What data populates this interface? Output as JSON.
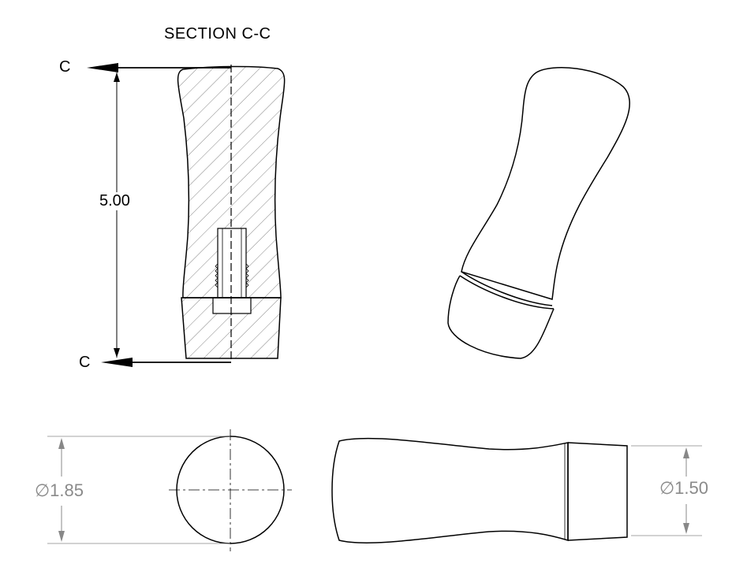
{
  "drawing": {
    "section_title": "SECTION C-C",
    "section_marker_top": "C",
    "section_marker_bottom": "C",
    "length_dim": "5.00",
    "diameter_left": "1.85",
    "diameter_right": "1.50",
    "diameter_symbol": "∅"
  }
}
